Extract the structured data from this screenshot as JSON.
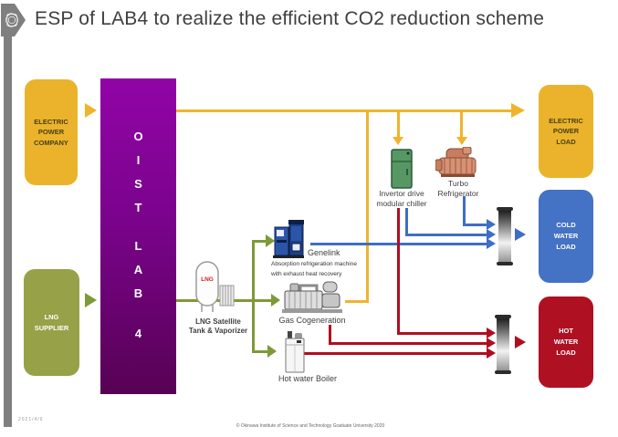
{
  "slide": {
    "title": "ESP of LAB4 to realize the efficient CO2 reduction scheme",
    "date_stamp": "2021/4/9",
    "footer": "© Okinawa Institute of Science and Technology Graduate University 2020"
  },
  "suppliers": {
    "electric_power_company": {
      "label": "ELECTRIC\nPOWER\nCOMPANY"
    },
    "lng_supplier": {
      "label": "LNG\nSUPPLIER"
    }
  },
  "campus": {
    "block1": "O\nI\nS\nT",
    "block2": "L\nA\nB",
    "block3": "4"
  },
  "equipment": {
    "lng_tank": {
      "label": "LNG Satellite\nTank & Vaporizer",
      "tank_text": "LNG"
    },
    "genelink": {
      "label": "Genelink",
      "description": "Absorption refrigeration machine\nwith exhaust heat recovery"
    },
    "gas_cogeneration": {
      "label": "Gas Cogeneration"
    },
    "hot_water_boiler": {
      "label": "Hot water Boiler"
    },
    "inverter_chiller": {
      "label": "Invertor drive\nmodular chiller"
    },
    "turbo_refrigerator": {
      "label": "Turbo\nRefrigerator"
    }
  },
  "loads": {
    "electric_power_load": {
      "label": "ELECTRIC\nPOWER\nLOAD"
    },
    "cold_water_load": {
      "label": "COLD\nWATER\nLOAD"
    },
    "hot_water_load": {
      "label": "HOT\nWATER\nLOAD"
    }
  },
  "palette": {
    "electric_yellow": "#EBB32C",
    "flow_yellow": "#F0B42C",
    "lng_green_box": "#97A147",
    "flow_green": "#7E9937",
    "campus_purple_top": "#9104A6",
    "campus_purple_bottom": "#570254",
    "cold_blue": "#4472C4",
    "hot_red": "#AF1022",
    "title_gray": "#3F3F3F",
    "sidebar_gray": "#7F7F7F"
  }
}
